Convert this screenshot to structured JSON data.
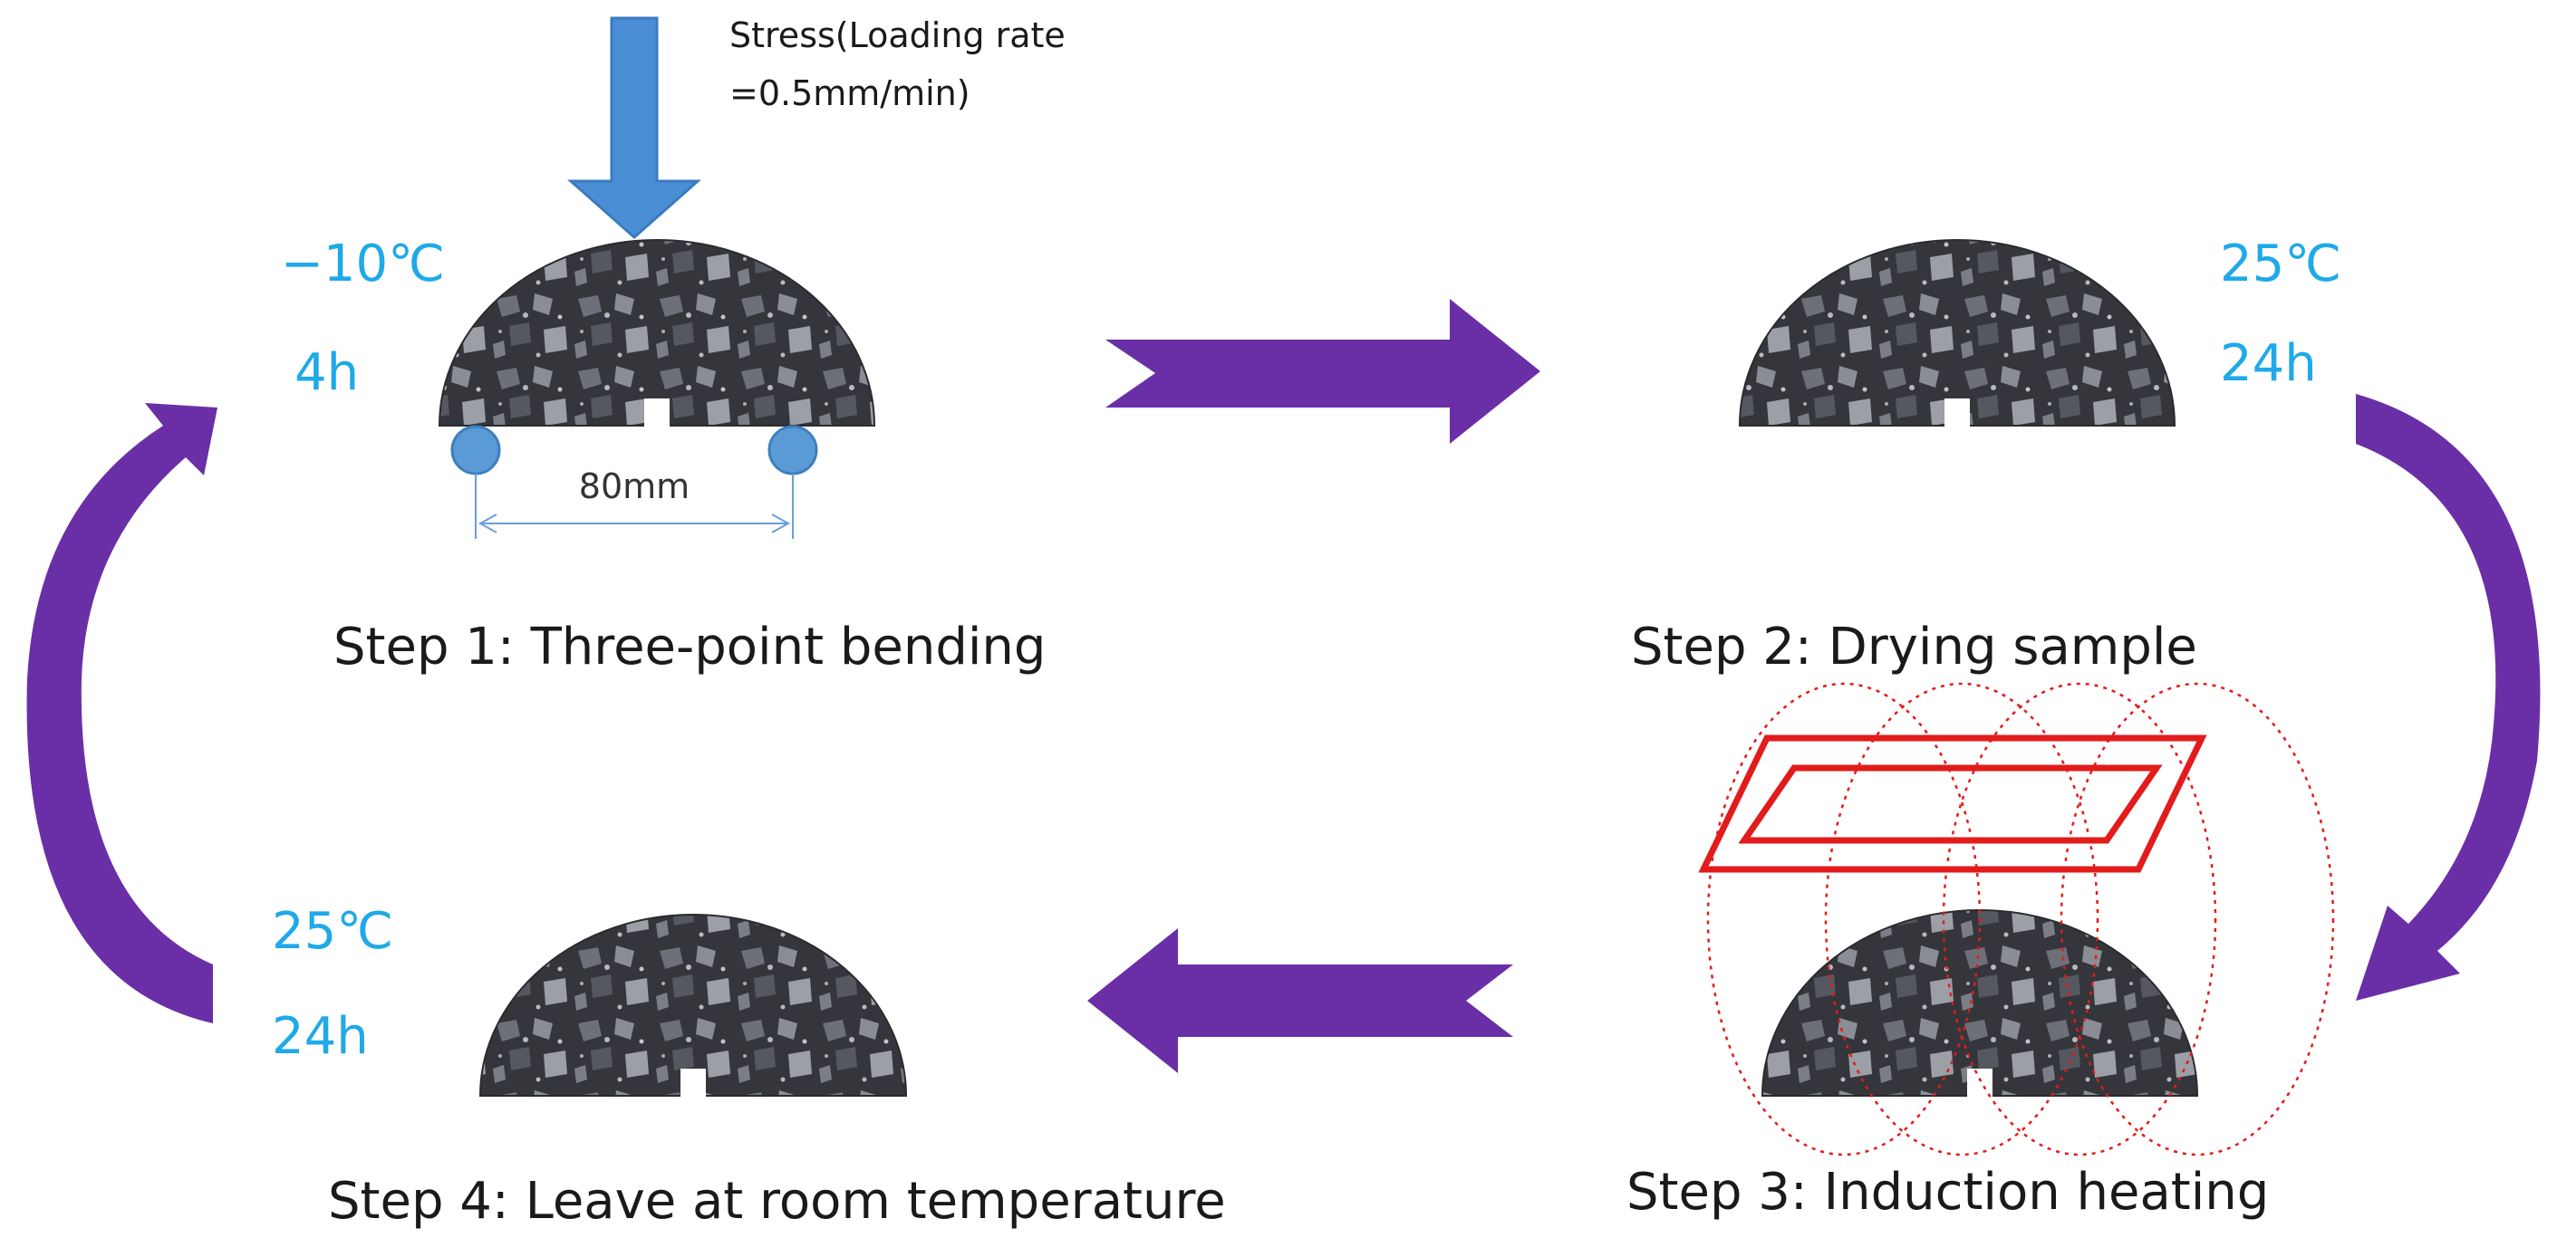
{
  "colors": {
    "cycle_arrow": "#6a2fa6",
    "text_condition": "#1fa9e8",
    "load_arrow": "#4a8fd6",
    "support": "#5b9bd5",
    "coil": "#e31b1b",
    "sample": "#3b3d42"
  },
  "step1": {
    "title": "Step 1: Three-point bending",
    "temperature": "−10℃",
    "duration": "4h",
    "stress_line1": "Stress(Loading rate",
    "stress_line2": "=0.5mm/min)",
    "span": "80mm"
  },
  "step2": {
    "title": "Step 2: Drying sample",
    "temperature": "25℃",
    "duration": "24h"
  },
  "step3": {
    "title": "Step 3: Induction heating"
  },
  "step4": {
    "title": "Step 4: Leave at room temperature",
    "temperature": "25℃",
    "duration": "24h"
  }
}
